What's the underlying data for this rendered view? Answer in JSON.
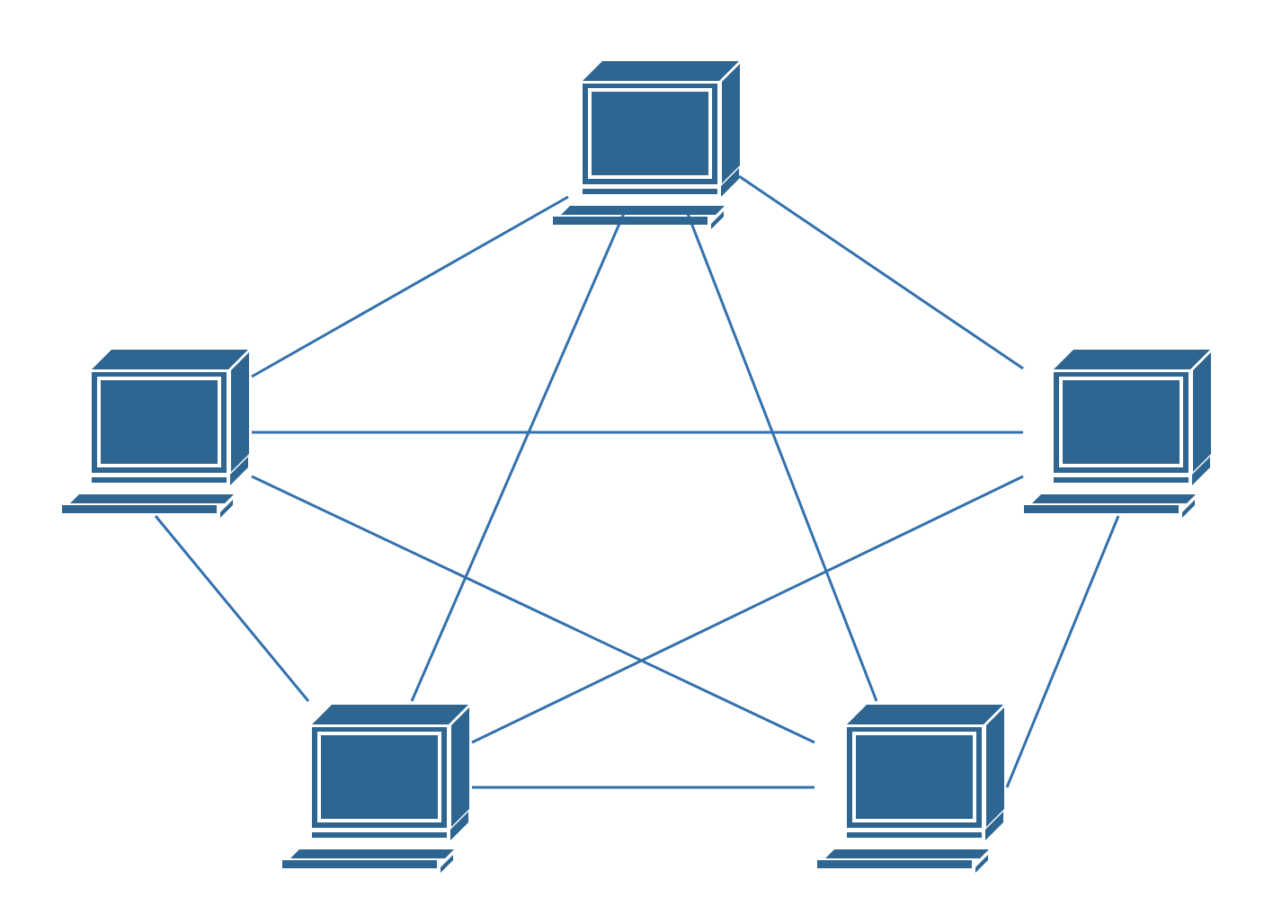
{
  "diagram": {
    "type": "network-topology",
    "topology": "full-mesh",
    "colors": {
      "background": "#ffffff",
      "computer": "#2e6591",
      "link": "#3371ad",
      "screen_trim": "#ffffff"
    },
    "nodes": [
      {
        "id": "top",
        "icon": "desktop-computer-icon"
      },
      {
        "id": "left",
        "icon": "desktop-computer-icon"
      },
      {
        "id": "right",
        "icon": "desktop-computer-icon"
      },
      {
        "id": "bottom-left",
        "icon": "desktop-computer-icon"
      },
      {
        "id": "bottom-right",
        "icon": "desktop-computer-icon"
      }
    ],
    "edges": [
      {
        "from": "top",
        "to": "left"
      },
      {
        "from": "top",
        "to": "right"
      },
      {
        "from": "top",
        "to": "bottom-left"
      },
      {
        "from": "top",
        "to": "bottom-right"
      },
      {
        "from": "left",
        "to": "right"
      },
      {
        "from": "left",
        "to": "bottom-left"
      },
      {
        "from": "left",
        "to": "bottom-right"
      },
      {
        "from": "right",
        "to": "bottom-left"
      },
      {
        "from": "right",
        "to": "bottom-right"
      },
      {
        "from": "bottom-left",
        "to": "bottom-right"
      }
    ]
  }
}
